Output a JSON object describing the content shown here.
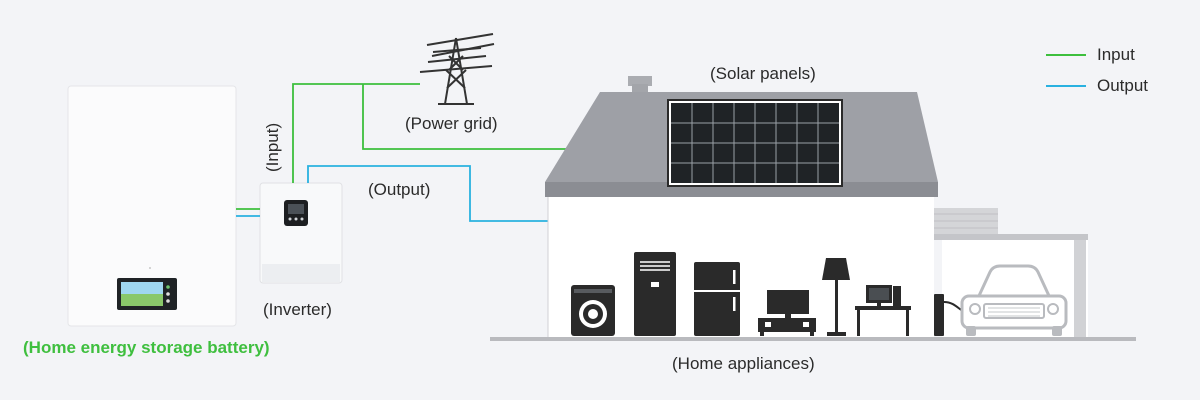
{
  "labels": {
    "power_grid": "(Power grid)",
    "solar_panels": "(Solar panels)",
    "input_side": "(Input)",
    "output_side": "(Output)",
    "inverter": "(Inverter)",
    "battery": "(Home energy storage battery)",
    "appliances": "(Home appliances)"
  },
  "legend": {
    "items": [
      {
        "label": "Input",
        "color": "#3dbf3d"
      },
      {
        "label": "Output",
        "color": "#29b1e0"
      }
    ]
  },
  "colors": {
    "input_line": "#3dbf3d",
    "output_line": "#29b1e0",
    "background": "#f3f4f7",
    "roof": "#9ea0a6",
    "appliance": "#2a2a2a",
    "battery_label": "#3fbf3f"
  }
}
